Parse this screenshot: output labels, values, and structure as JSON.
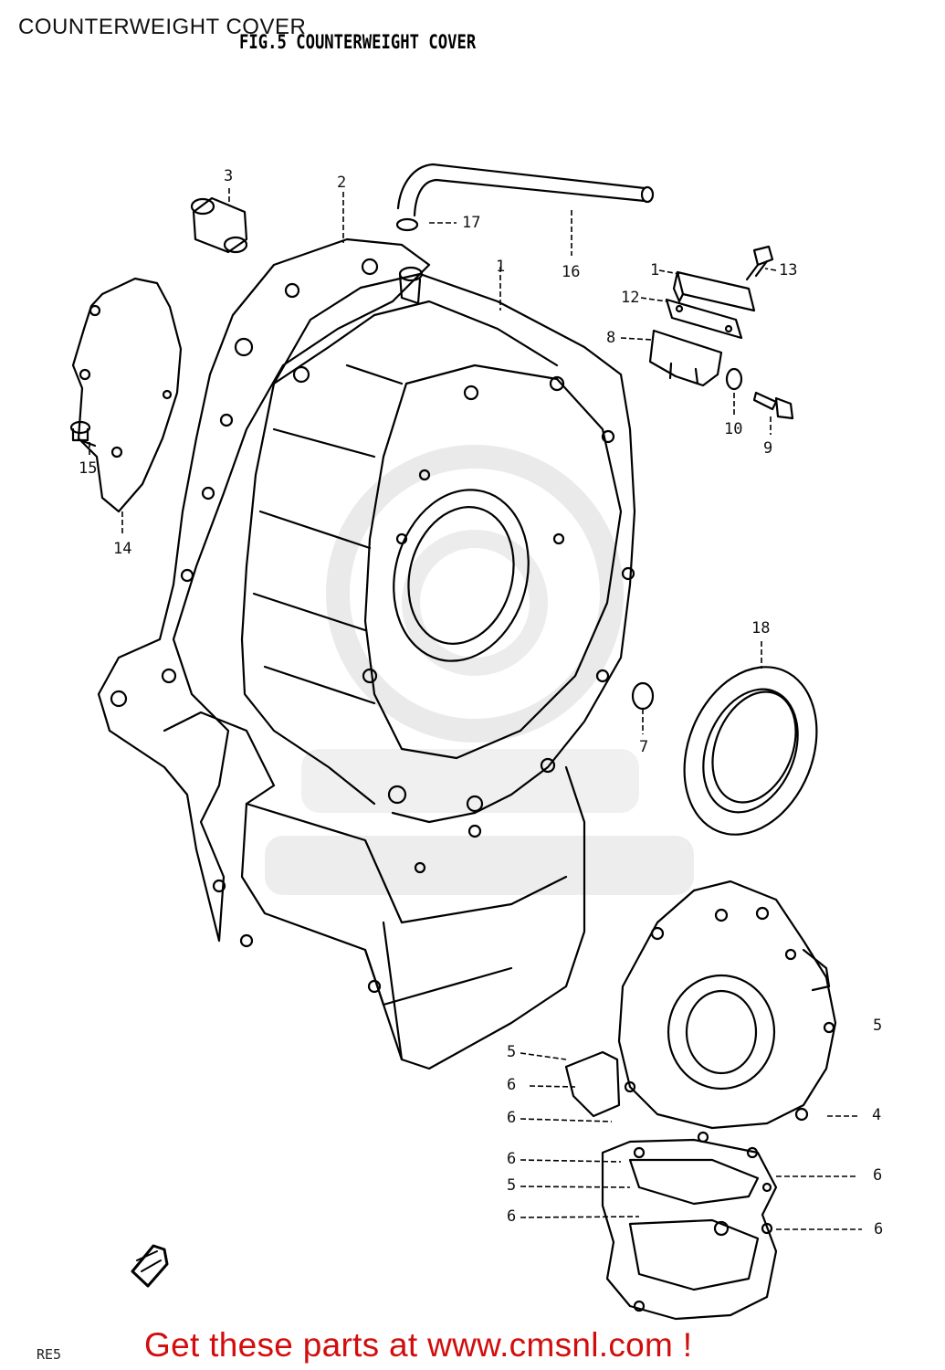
{
  "header": {
    "page_title": "COUNTERWEIGHT COVER",
    "figure_title": "FIG.5  COUNTERWEIGHT COVER"
  },
  "callouts": [
    {
      "id": "c3",
      "label": "3"
    },
    {
      "id": "c2",
      "label": "2"
    },
    {
      "id": "c17",
      "label": "17"
    },
    {
      "id": "c16",
      "label": "16"
    },
    {
      "id": "c1a",
      "label": "1"
    },
    {
      "id": "c1b",
      "label": "1"
    },
    {
      "id": "c13",
      "label": "13"
    },
    {
      "id": "c12",
      "label": "12"
    },
    {
      "id": "c8",
      "label": "8"
    },
    {
      "id": "c10",
      "label": "10"
    },
    {
      "id": "c9",
      "label": "9"
    },
    {
      "id": "c15",
      "label": "15"
    },
    {
      "id": "c14",
      "label": "14"
    },
    {
      "id": "c18",
      "label": "18"
    },
    {
      "id": "c7",
      "label": "7"
    },
    {
      "id": "c5a",
      "label": "5"
    },
    {
      "id": "c5b",
      "label": "5"
    },
    {
      "id": "c6a",
      "label": "6"
    },
    {
      "id": "c6b",
      "label": "6"
    },
    {
      "id": "c4",
      "label": "4"
    },
    {
      "id": "c6c",
      "label": "6"
    },
    {
      "id": "c6d",
      "label": "6"
    },
    {
      "id": "c5c",
      "label": "5"
    },
    {
      "id": "c6e",
      "label": "6"
    },
    {
      "id": "c6f",
      "label": "6"
    }
  ],
  "footer": {
    "banner": "Get these parts at www.cmsnl.com !",
    "corner_ref": "RE5"
  },
  "colors": {
    "banner": "#d20d0d",
    "line": "#000000",
    "watermark": "#e6e6e6"
  }
}
